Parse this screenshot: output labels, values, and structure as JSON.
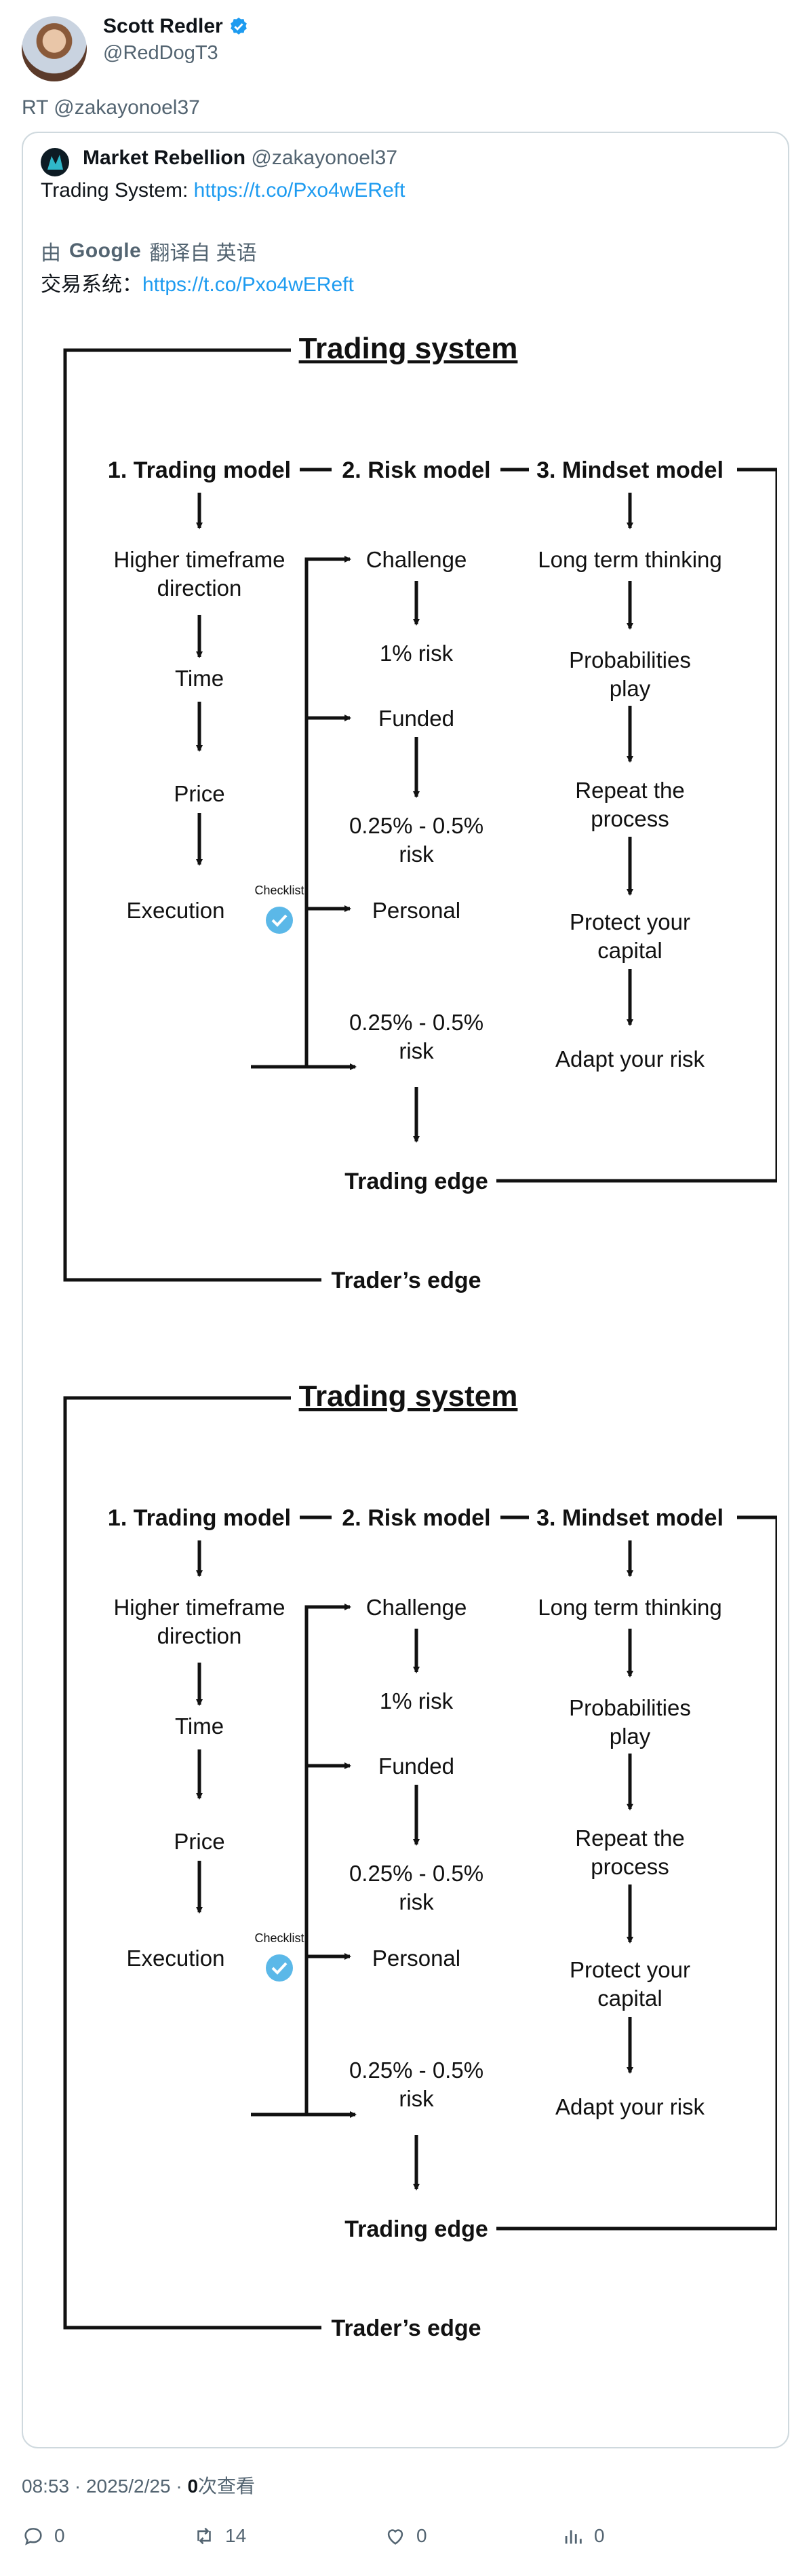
{
  "tweet": {
    "author_name": "Scott Redler",
    "author_handle": "@RedDogT3",
    "retweet_text": "RT @zakayonoel37"
  },
  "quote": {
    "author_name": "Market Rebellion",
    "author_handle": "@zakayonoel37",
    "text_prefix": "Trading System: ",
    "link": "https://t.co/Pxo4wEReft",
    "translate_by": "由",
    "translate_service": "Google",
    "translate_from": "翻译自 英语",
    "translated_prefix": "交易系统：",
    "translated_link": "https://t.co/Pxo4wEReft"
  },
  "diagram": {
    "title": "Trading system",
    "col1_header": "1. Trading model",
    "col2_header": "2. Risk model",
    "col3_header": "3. Mindset model",
    "col1_steps": [
      "Higher timeframe",
      "direction",
      "Time",
      "Price",
      "Execution"
    ],
    "checklist": "Checklist",
    "col2_steps": [
      "Challenge",
      "1% risk",
      "Funded",
      "0.25% - 0.5%",
      "risk",
      "Personal",
      "0.25% - 0.5%",
      "risk"
    ],
    "col3_steps": [
      "Long term thinking",
      "Probabilities",
      "play",
      "Repeat the",
      "process",
      "Protect your",
      "capital",
      "Adapt your risk"
    ],
    "trading_edge": "Trading edge",
    "traders_edge": "Trader’s edge"
  },
  "meta": {
    "time": "08:53",
    "date": "2025/2/25",
    "views_count": "0",
    "views_label": "次查看"
  },
  "actions": {
    "reply_count": "0",
    "retweet_count": "14",
    "like_count": "0",
    "views_count": "0"
  },
  "colors": {
    "link": "#1d9bf0",
    "checkmark": "#5bb8e8",
    "muted": "#536471"
  }
}
